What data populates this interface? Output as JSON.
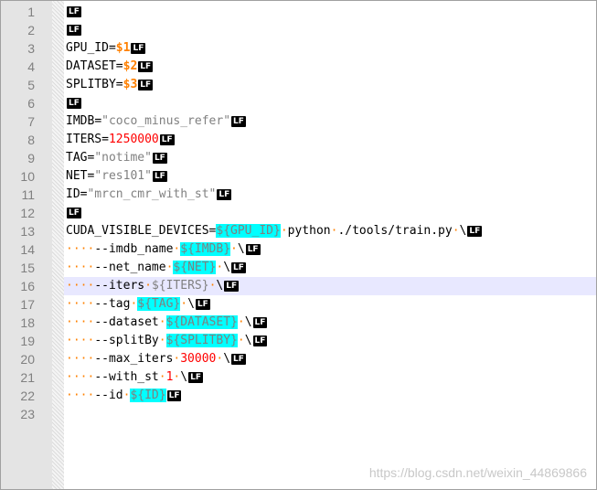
{
  "editor": {
    "eol_marker": "LF",
    "current_line": 16,
    "lines": [
      {
        "n": "1",
        "tokens": [],
        "eol": true
      },
      {
        "n": "2",
        "tokens": [],
        "eol": true
      },
      {
        "n": "3",
        "tokens": [
          {
            "t": "GPU_ID",
            "c": "plain"
          },
          {
            "t": "=",
            "c": "op"
          },
          {
            "t": "$1",
            "c": "arg"
          }
        ],
        "eol": true
      },
      {
        "n": "4",
        "tokens": [
          {
            "t": "DATASET",
            "c": "plain"
          },
          {
            "t": "=",
            "c": "op"
          },
          {
            "t": "$2",
            "c": "arg"
          }
        ],
        "eol": true
      },
      {
        "n": "5",
        "tokens": [
          {
            "t": "SPLITBY",
            "c": "plain"
          },
          {
            "t": "=",
            "c": "op"
          },
          {
            "t": "$3",
            "c": "arg"
          }
        ],
        "eol": true
      },
      {
        "n": "6",
        "tokens": [],
        "eol": true
      },
      {
        "n": "7",
        "tokens": [
          {
            "t": "IMDB",
            "c": "plain"
          },
          {
            "t": "=",
            "c": "op"
          },
          {
            "t": "\"coco_minus_refer\"",
            "c": "str"
          }
        ],
        "eol": true
      },
      {
        "n": "8",
        "tokens": [
          {
            "t": "ITERS",
            "c": "plain"
          },
          {
            "t": "=",
            "c": "op"
          },
          {
            "t": "1250000",
            "c": "num"
          }
        ],
        "eol": true
      },
      {
        "n": "9",
        "tokens": [
          {
            "t": "TAG",
            "c": "plain"
          },
          {
            "t": "=",
            "c": "op"
          },
          {
            "t": "\"notime\"",
            "c": "str"
          }
        ],
        "eol": true
      },
      {
        "n": "10",
        "tokens": [
          {
            "t": "NET",
            "c": "plain"
          },
          {
            "t": "=",
            "c": "op"
          },
          {
            "t": "\"res101\"",
            "c": "str"
          }
        ],
        "eol": true
      },
      {
        "n": "11",
        "tokens": [
          {
            "t": "ID",
            "c": "plain"
          },
          {
            "t": "=",
            "c": "op"
          },
          {
            "t": "\"mrcn_cmr_with_st\"",
            "c": "str"
          }
        ],
        "eol": true
      },
      {
        "n": "12",
        "tokens": [],
        "eol": true
      },
      {
        "n": "13",
        "tokens": [
          {
            "t": "CUDA_VISIBLE_DEVICES",
            "c": "plain"
          },
          {
            "t": "=",
            "c": "op"
          },
          {
            "t": "${GPU_ID}",
            "c": "var"
          },
          {
            "t": "·",
            "c": "ws"
          },
          {
            "t": "python",
            "c": "plain"
          },
          {
            "t": "·",
            "c": "ws"
          },
          {
            "t": "./tools/train.py",
            "c": "plain"
          },
          {
            "t": "·",
            "c": "ws"
          },
          {
            "t": "\\",
            "c": "plain"
          }
        ],
        "eol": true
      },
      {
        "n": "14",
        "tokens": [
          {
            "t": "····",
            "c": "ws"
          },
          {
            "t": "--imdb_name",
            "c": "plain"
          },
          {
            "t": "·",
            "c": "ws"
          },
          {
            "t": "${IMDB}",
            "c": "var"
          },
          {
            "t": "·",
            "c": "ws"
          },
          {
            "t": "\\",
            "c": "plain"
          }
        ],
        "eol": true
      },
      {
        "n": "15",
        "tokens": [
          {
            "t": "····",
            "c": "ws"
          },
          {
            "t": "--net_name",
            "c": "plain"
          },
          {
            "t": "·",
            "c": "ws"
          },
          {
            "t": "${NET}",
            "c": "var"
          },
          {
            "t": "·",
            "c": "ws"
          },
          {
            "t": "\\",
            "c": "plain"
          }
        ],
        "eol": true
      },
      {
        "n": "16",
        "tokens": [
          {
            "t": "····",
            "c": "ws"
          },
          {
            "t": "--iters",
            "c": "plain"
          },
          {
            "t": "·",
            "c": "ws"
          },
          {
            "t": "${ITERS}",
            "c": "str"
          },
          {
            "t": "·",
            "c": "ws"
          },
          {
            "t": "\\",
            "c": "plain"
          }
        ],
        "eol": true
      },
      {
        "n": "17",
        "tokens": [
          {
            "t": "····",
            "c": "ws"
          },
          {
            "t": "--tag",
            "c": "plain"
          },
          {
            "t": "·",
            "c": "ws"
          },
          {
            "t": "${TAG}",
            "c": "var"
          },
          {
            "t": "·",
            "c": "ws"
          },
          {
            "t": "\\",
            "c": "plain"
          }
        ],
        "eol": true
      },
      {
        "n": "18",
        "tokens": [
          {
            "t": "····",
            "c": "ws"
          },
          {
            "t": "--dataset",
            "c": "plain"
          },
          {
            "t": "·",
            "c": "ws"
          },
          {
            "t": "${DATASET}",
            "c": "var"
          },
          {
            "t": "·",
            "c": "ws"
          },
          {
            "t": "\\",
            "c": "plain"
          }
        ],
        "eol": true
      },
      {
        "n": "19",
        "tokens": [
          {
            "t": "····",
            "c": "ws"
          },
          {
            "t": "--splitBy",
            "c": "plain"
          },
          {
            "t": "·",
            "c": "ws"
          },
          {
            "t": "${SPLITBY}",
            "c": "var"
          },
          {
            "t": "·",
            "c": "ws"
          },
          {
            "t": "\\",
            "c": "plain"
          }
        ],
        "eol": true
      },
      {
        "n": "20",
        "tokens": [
          {
            "t": "····",
            "c": "ws"
          },
          {
            "t": "--max_iters",
            "c": "plain"
          },
          {
            "t": "·",
            "c": "ws"
          },
          {
            "t": "30000",
            "c": "num"
          },
          {
            "t": "·",
            "c": "ws"
          },
          {
            "t": "\\",
            "c": "plain"
          }
        ],
        "eol": true
      },
      {
        "n": "21",
        "tokens": [
          {
            "t": "····",
            "c": "ws"
          },
          {
            "t": "--with_st",
            "c": "plain"
          },
          {
            "t": "·",
            "c": "ws"
          },
          {
            "t": "1",
            "c": "num"
          },
          {
            "t": "·",
            "c": "ws"
          },
          {
            "t": "\\",
            "c": "plain"
          }
        ],
        "eol": true
      },
      {
        "n": "22",
        "tokens": [
          {
            "t": "····",
            "c": "ws"
          },
          {
            "t": "--id",
            "c": "plain"
          },
          {
            "t": "·",
            "c": "ws"
          },
          {
            "t": "${ID}",
            "c": "var"
          }
        ],
        "eol": true
      },
      {
        "n": "23",
        "tokens": [],
        "eol": false
      }
    ]
  },
  "watermark": "https://blog.csdn.net/weixin_44869866"
}
